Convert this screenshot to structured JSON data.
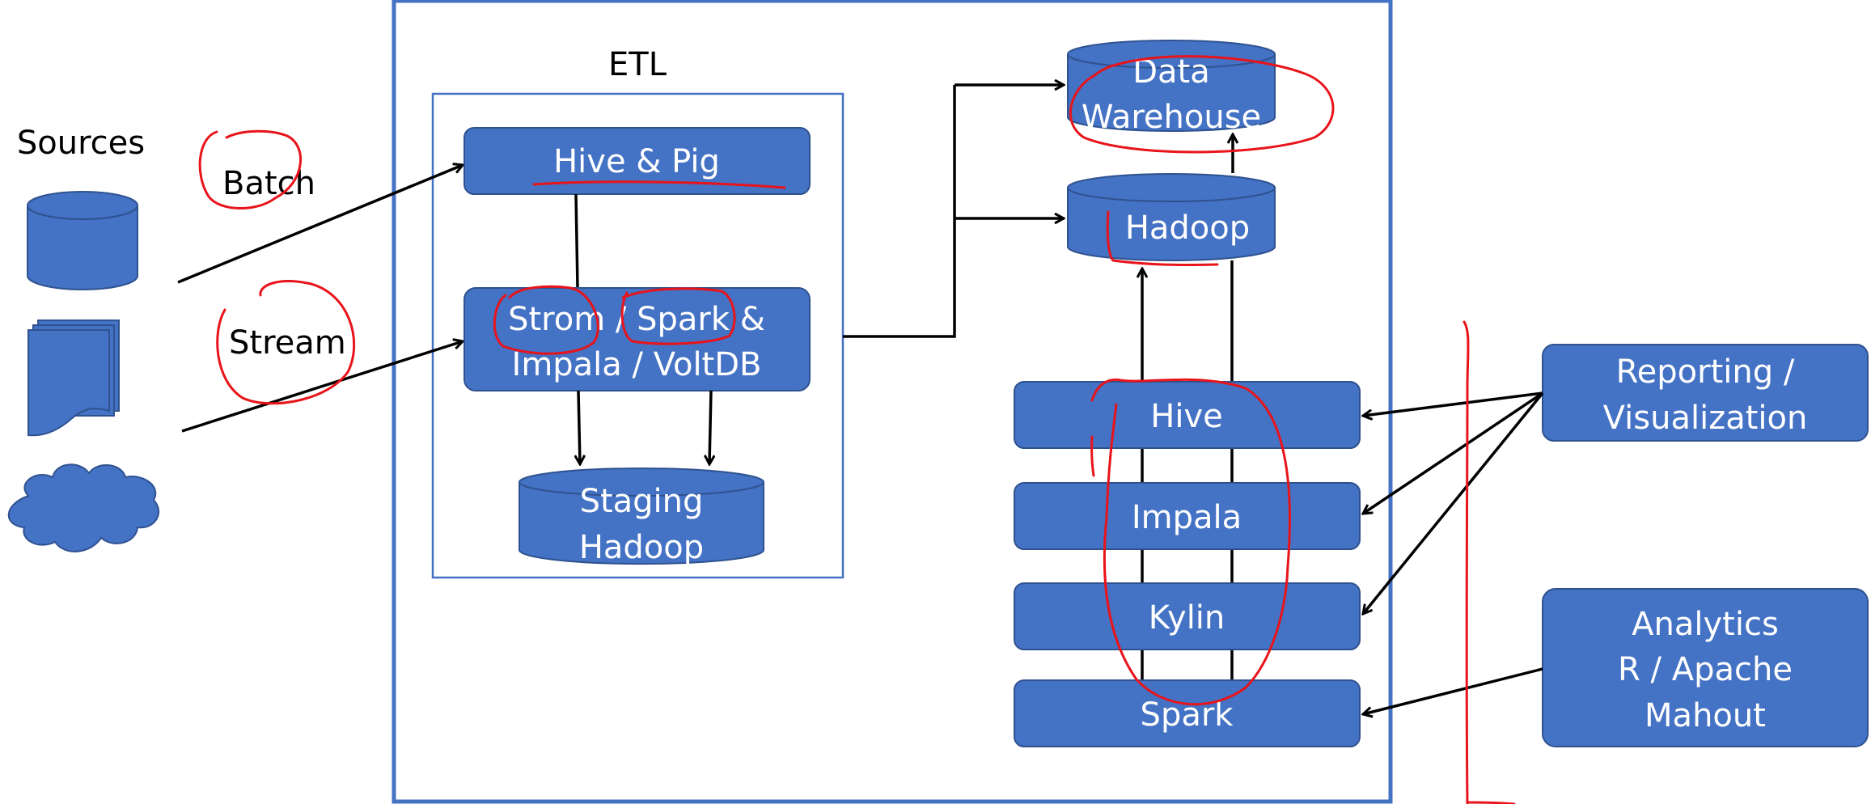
{
  "colors": {
    "node_fill": "#4472C4",
    "node_stroke": "#2F528F",
    "frame_border": "#4472C4",
    "connector": "#000000",
    "annotation_ink": "#E8141B"
  },
  "sources": {
    "title": "Sources",
    "icons": [
      "database-icon",
      "documents-icon",
      "cloud-icon"
    ]
  },
  "ingest": {
    "batch_label": "Batch",
    "stream_label": "Stream"
  },
  "etl": {
    "title": "ETL",
    "hive_pig": "Hive & Pig",
    "stream_proc_line1": "Strom / Spark &",
    "stream_proc_line2": "Impala / VoltDB",
    "staging_line1": "Staging",
    "staging_line2": "Hadoop"
  },
  "storage": {
    "warehouse_line1": "Data",
    "warehouse_line2": "Warehouse",
    "hadoop": "Hadoop"
  },
  "query_engines": [
    "Hive",
    "Impala",
    "Kylin",
    "Spark"
  ],
  "consumers": {
    "reporting_line1": "Reporting /",
    "reporting_line2": "Visualization",
    "analytics_line1": "Analytics",
    "analytics_line2": "R / Apache",
    "analytics_line3": "Mahout"
  }
}
